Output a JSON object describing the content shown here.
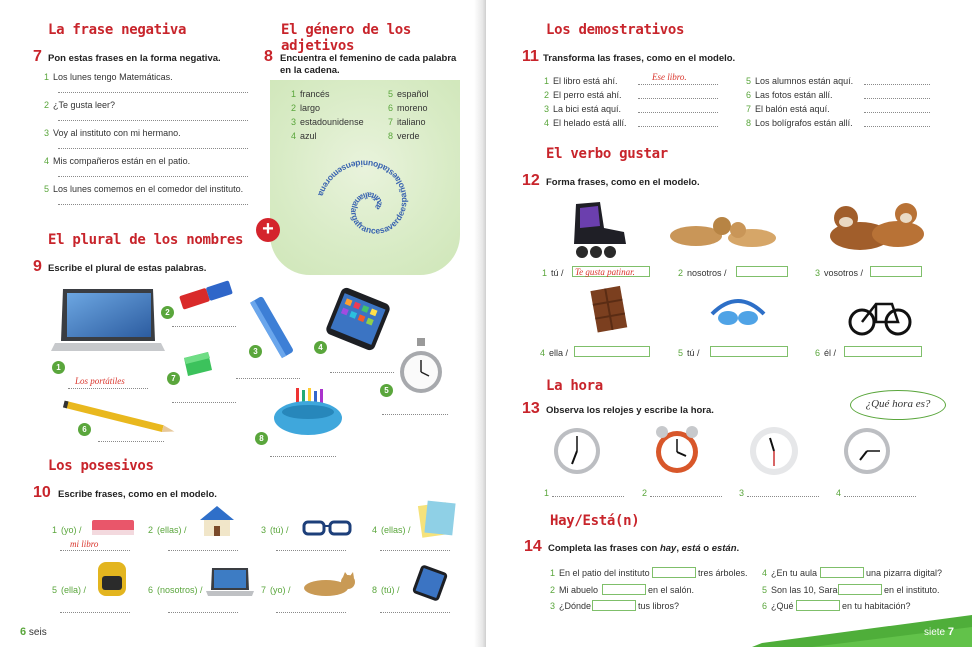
{
  "left": {
    "s1": {
      "title": "La frase negativa",
      "num": "7",
      "instr": "Pon estas frases en la forma negativa.",
      "items": [
        {
          "n": "1",
          "t": "Los lunes tengo Matemáticas."
        },
        {
          "n": "2",
          "t": "¿Te gusta leer?"
        },
        {
          "n": "3",
          "t": "Voy al instituto con mi hermano."
        },
        {
          "n": "4",
          "t": "Mis compañeros están en el patio."
        },
        {
          "n": "5",
          "t": "Los lunes comemos en el comedor del instituto."
        }
      ]
    },
    "s2": {
      "title": "El género de los adjetivos",
      "num": "8",
      "instr1": "Encuentra el femenino de cada palabra",
      "instr2": "en la cadena.",
      "words": [
        {
          "n": "1",
          "t": "francés"
        },
        {
          "n": "2",
          "t": "largo"
        },
        {
          "n": "3",
          "t": "estadounidense"
        },
        {
          "n": "4",
          "t": "azul"
        },
        {
          "n": "5",
          "t": "español"
        },
        {
          "n": "6",
          "t": "moreno"
        },
        {
          "n": "7",
          "t": "italiano"
        },
        {
          "n": "8",
          "t": "verde"
        }
      ],
      "chain": "azulitalianalargafrancesaverdeespañolaestadounidensemorena"
    },
    "s3": {
      "title": "El plural de los nombres",
      "num": "9",
      "instr": "Escribe el plural de estas palabras.",
      "answer": "Los portátiles",
      "labels": [
        "1",
        "2",
        "3",
        "4",
        "5",
        "6",
        "7",
        "8"
      ]
    },
    "s4": {
      "title": "Los posesivos",
      "num": "10",
      "instr": "Escribe frases, como en el modelo.",
      "items": [
        {
          "n": "1",
          "t": "(yo) /"
        },
        {
          "n": "2",
          "t": "(ellas) /"
        },
        {
          "n": "3",
          "t": "(tú) /"
        },
        {
          "n": "4",
          "t": "(ellas) /"
        },
        {
          "n": "5",
          "t": "(ella) /"
        },
        {
          "n": "6",
          "t": "(nosotros) /"
        },
        {
          "n": "7",
          "t": "(yo) /"
        },
        {
          "n": "8",
          "t": "(tú) /"
        }
      ],
      "answer": "mi libro"
    },
    "footer": {
      "num": "6",
      "word": "seis"
    }
  },
  "right": {
    "s1": {
      "title": "Los demostrativos",
      "num": "11",
      "instr": "Transforma las frases, como en el modelo.",
      "answer": "Ese libro.",
      "items": [
        {
          "n": "1",
          "t": "El libro está ahí."
        },
        {
          "n": "2",
          "t": "El perro está ahí."
        },
        {
          "n": "3",
          "t": "La bici está aquí."
        },
        {
          "n": "4",
          "t": "El helado está allí."
        },
        {
          "n": "5",
          "t": "Los alumnos están aquí."
        },
        {
          "n": "6",
          "t": "Las fotos están allí."
        },
        {
          "n": "7",
          "t": "El balón está aquí."
        },
        {
          "n": "8",
          "t": "Los bolígrafos están allí."
        }
      ]
    },
    "s2": {
      "title": "El verbo gustar",
      "num": "12",
      "instr": "Forma frases, como en el modelo.",
      "answer": "Te gusta patinar.",
      "items": [
        {
          "n": "1",
          "t": "tú /"
        },
        {
          "n": "2",
          "t": "nosotros /"
        },
        {
          "n": "3",
          "t": "vosotros /"
        },
        {
          "n": "4",
          "t": "ella /"
        },
        {
          "n": "5",
          "t": "tú /"
        },
        {
          "n": "6",
          "t": "él /"
        }
      ]
    },
    "s3": {
      "title": "La hora",
      "num": "13",
      "instr": "Observa los relojes y escribe la hora.",
      "bubble": "¿Qué hora es?",
      "items": [
        "1",
        "2",
        "3",
        "4"
      ]
    },
    "s4": {
      "title": "Hay/Está(n)",
      "num": "14",
      "instr_pre": "Completa las frases con ",
      "instr_hay": "hay",
      "instr_sep": ", ",
      "instr_esta": "está",
      "instr_o": " o ",
      "instr_estan": "están",
      "instr_end": ".",
      "items": [
        {
          "n": "1",
          "a": "En el patio del instituto",
          "b": "tres árboles."
        },
        {
          "n": "2",
          "a": "Mi abuelo",
          "b": "en el salón."
        },
        {
          "n": "3",
          "a": "¿Dónde",
          "b": "tus libros?"
        },
        {
          "n": "4",
          "a": "¿En tu aula",
          "b": "una pizarra digital?"
        },
        {
          "n": "5",
          "a": "Son las 10, Sara",
          "b": "en el instituto."
        },
        {
          "n": "6",
          "a": "¿Qué",
          "b": "en tu habitación?"
        }
      ]
    },
    "footer": {
      "num": "7",
      "word": "siete"
    }
  },
  "colors": {
    "red": "#c8242b",
    "green": "#5aa63c",
    "answer": "#d9342b"
  }
}
